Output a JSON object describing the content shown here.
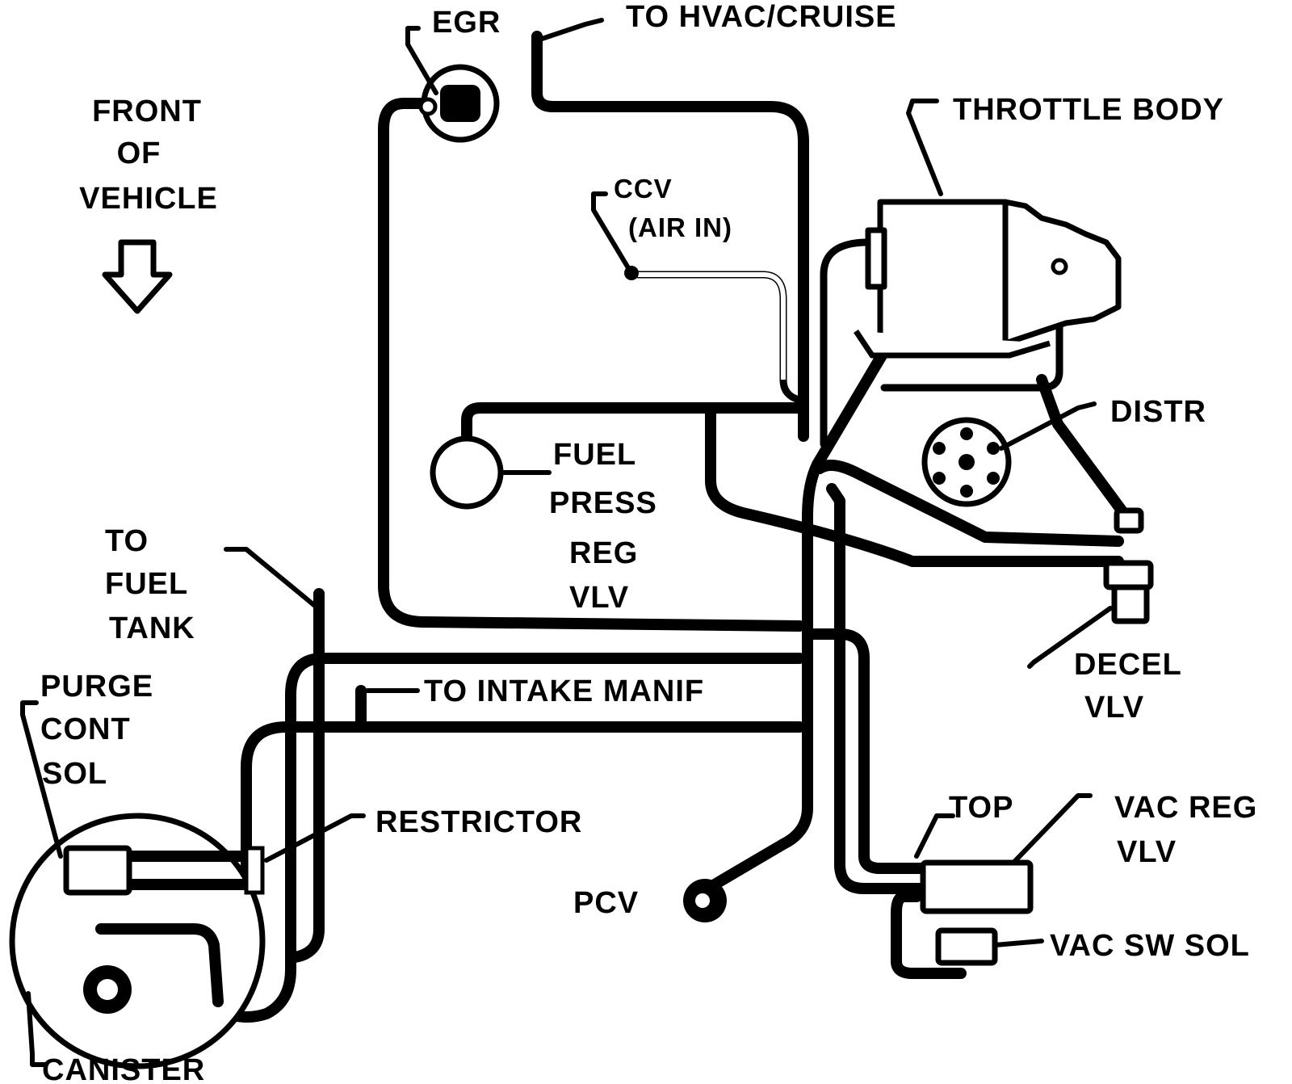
{
  "labels": {
    "egr": "EGR",
    "to_hvac_cruise": "TO HVAC/CRUISE",
    "front_of_vehicle": [
      "FRONT",
      "OF",
      "VEHICLE"
    ],
    "throttle_body": "THROTTLE BODY",
    "ccv": [
      "CCV",
      "(AIR IN)"
    ],
    "fuel_press_reg_vlv": [
      "FUEL",
      "PRESS",
      "REG",
      "VLV"
    ],
    "distr": "DISTR",
    "to_fuel_tank": [
      "TO",
      "FUEL",
      "TANK"
    ],
    "purge_cont_sol": [
      "PURGE",
      "CONT",
      "SOL"
    ],
    "to_intake_manif": "TO INTAKE MANIF",
    "decel_vlv": [
      "DECEL",
      "VLV"
    ],
    "restrictor": "RESTRICTOR",
    "top": "TOP",
    "vac_reg_vlv": [
      "VAC REG",
      "VLV"
    ],
    "pcv": "PCV",
    "vac_sw_sol": "VAC SW SOL",
    "canister": "CANISTER"
  },
  "icons": {
    "front_arrow": "down-arrow-icon"
  },
  "colors": {
    "ink": "#000000",
    "paper": "#ffffff"
  }
}
